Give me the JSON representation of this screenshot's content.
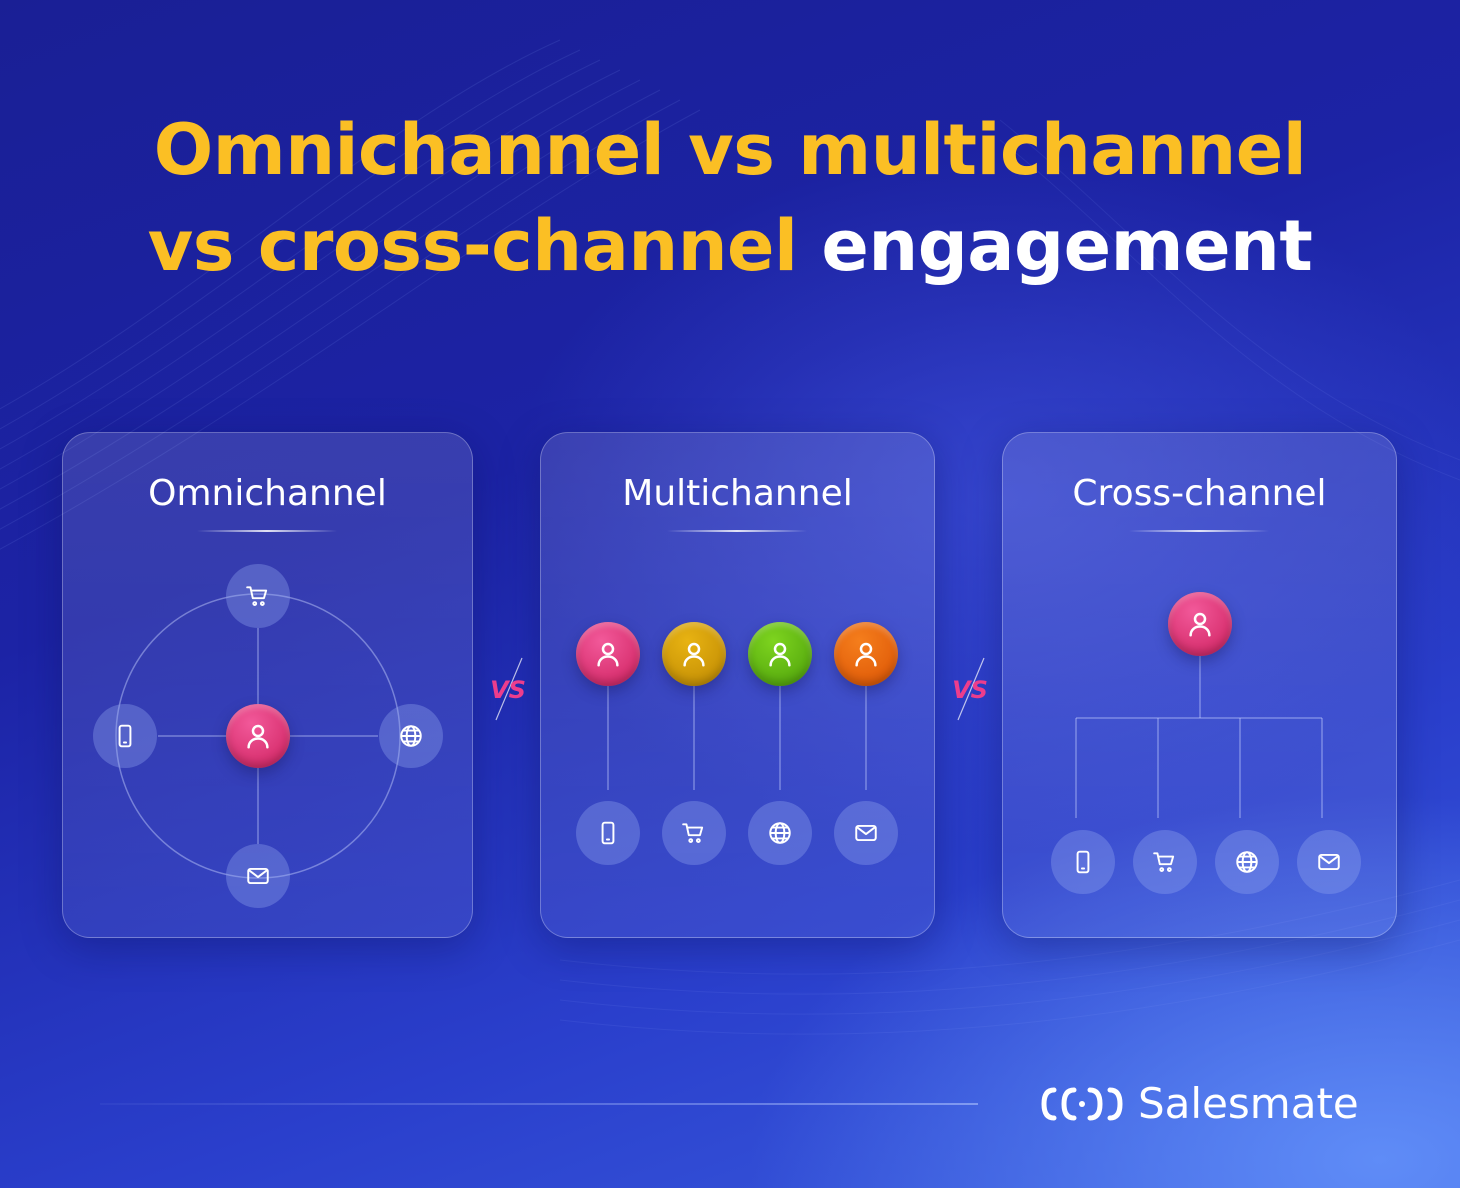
{
  "title": {
    "line1": "Omnichannel vs multichannel",
    "line2_highlight": "vs cross-channel",
    "line2_rest": "engagement"
  },
  "panels": [
    {
      "title": "Omnichannel"
    },
    {
      "title": "Multichannel"
    },
    {
      "title": "Cross-channel"
    }
  ],
  "separator_label": "VS",
  "brand": {
    "name": "Salesmate"
  },
  "icons": {
    "channels": [
      "mobile-icon",
      "cart-icon",
      "globe-icon",
      "mail-icon"
    ],
    "customer": "user-icon"
  },
  "colors": {
    "title_highlight": "#fbbf24",
    "title_text": "#ffffff",
    "avatar_pink": "#d8306f",
    "avatar_gold": "#c99407",
    "avatar_green": "#5aae10",
    "avatar_orange": "#e25f0b",
    "vs_pink": "#ec3d8c"
  }
}
